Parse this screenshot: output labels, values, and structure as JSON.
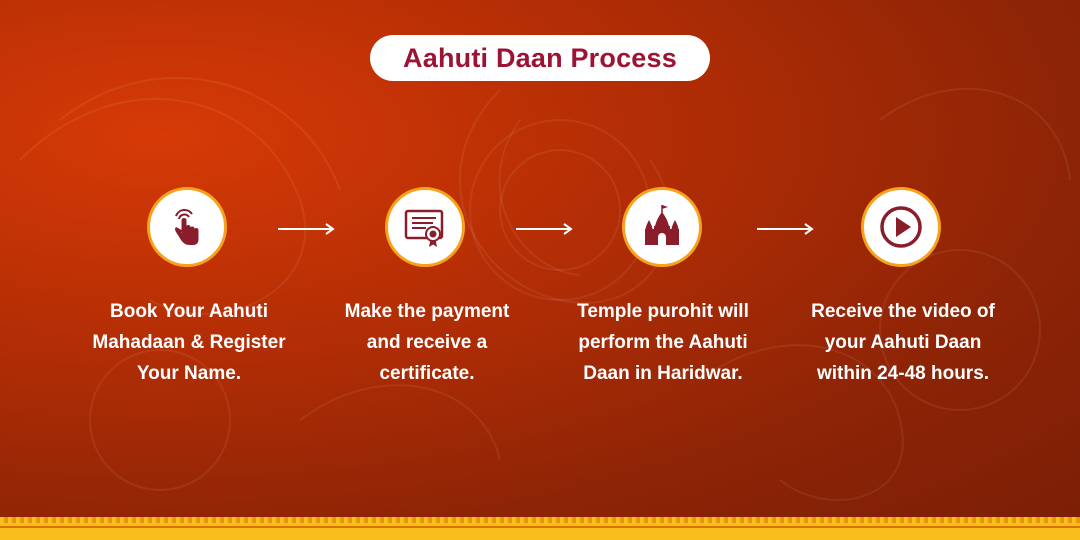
{
  "title": "Aahuti Daan Process",
  "colors": {
    "background": "#b52e05",
    "accent_ring": "#f7a21b",
    "icon": "#8a1d2a",
    "title_text": "#9c1334",
    "border": "#f8bf1c"
  },
  "steps": [
    {
      "icon": "hand-pointer-icon",
      "lines": [
        "Book Your Aahuti",
        "Mahadaan & Register",
        "Your Name."
      ]
    },
    {
      "icon": "certificate-icon",
      "lines": [
        "Make the payment",
        "and receive a",
        "certificate."
      ]
    },
    {
      "icon": "temple-icon",
      "lines": [
        "Temple purohit will",
        "perform the Aahuti",
        "Daan in Haridwar."
      ]
    },
    {
      "icon": "play-icon",
      "lines": [
        "Receive the video of",
        "your Aahuti Daan",
        "within 24-48 hours."
      ]
    }
  ]
}
